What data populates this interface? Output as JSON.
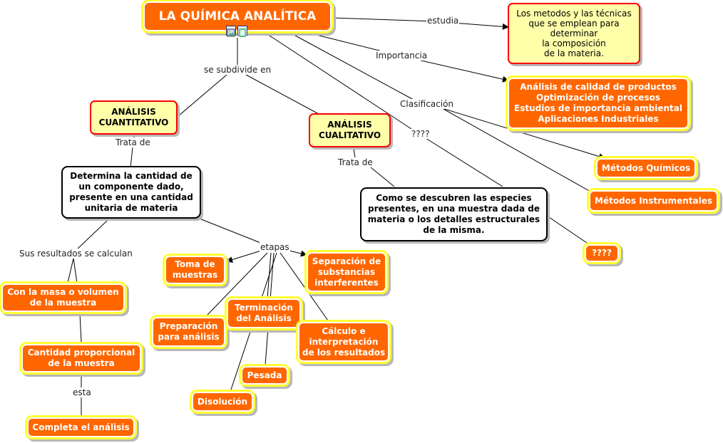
{
  "title": "LA QUÍMICA ANALÍTICA",
  "nodes": {
    "estudia_text": "Los metodos y las técnicas\nque se emplean para\ndeterminar\nla composición\nde la materia.",
    "importancia_text": "Análisis de calidad de productos\nOptimización de procesos\nEstudios de importancia ambiental\nAplicaciones Industriales",
    "cuantitativo": "ANÁLISIS\nCUANTITATIVO",
    "cualitativo": "ANÁLISIS\nCUALITATIVO",
    "metodos_quimicos": "Métodos Químicos",
    "metodos_instrumentales": "Métodos Instrumentales",
    "determina": "Determina la cantidad de\nun componente dado,\npresente en una cantidad\nunitaria de materia",
    "como_se": "Como se descubren las especies\npresentes, en una muestra dada de\nmateria o los detalles estructurales\nde la misma.",
    "unknown_node": "????",
    "toma": "Toma de\nmuestras",
    "separacion": "Separación de\nsubstancias\ninterferentes",
    "preparacion": "Preparación\npara análisis",
    "terminacion": "Terminación\ndel Análisis",
    "calculo": "Cálculo e\ninterpretación\nde los resultados",
    "pesada": "Pesada",
    "disolucion": "Disolución",
    "masa": "Con la masa o volumen\nde la muestra",
    "cantidad": "Cantidad proporcional\nde la muestra",
    "completa": "Completa el análisis"
  },
  "links": {
    "estudia": "estudia",
    "importancia": "Importancia",
    "se_subdivide": "se subdivide en",
    "clasificacion": "Clasificación",
    "unknown_link": "????",
    "trata_de_1": "Trata de",
    "trata_de_2": "Trata de",
    "etapas": "etapas",
    "sus_resultados": "Sus resultados se calculan",
    "esta": "esta"
  },
  "icons": [
    "image-icon",
    "film-icon"
  ],
  "colors": {
    "orange_node": "#ff6600",
    "yellow_node": "#ffffaa",
    "node_border_red": "#ff0000",
    "glow": "#ffff33",
    "line": "#000000"
  }
}
